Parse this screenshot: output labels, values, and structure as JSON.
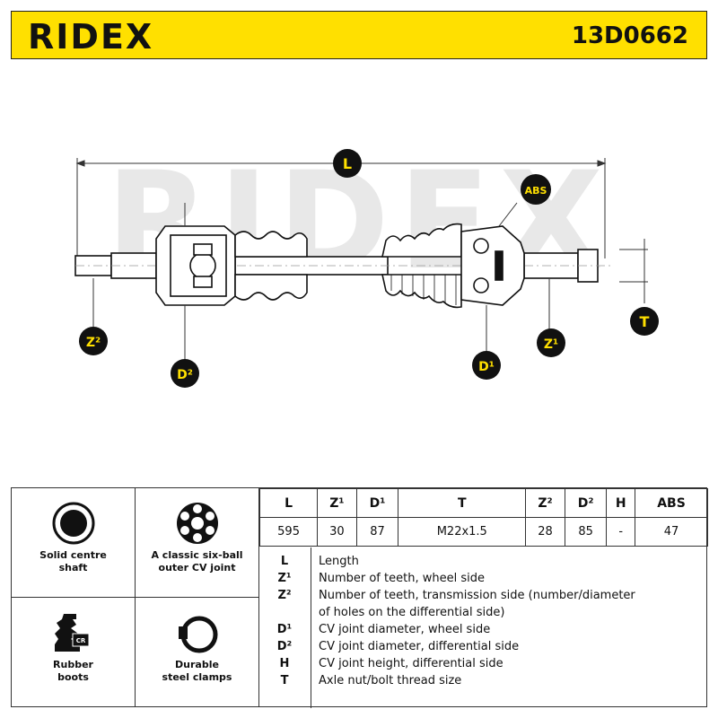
{
  "header": {
    "brand": "RIDEX",
    "part_number": "13D0662"
  },
  "drawing": {
    "watermark": "RIDEX",
    "labels": {
      "L": "L",
      "ABS": "ABS",
      "T": "T",
      "Z1": "Z¹",
      "Z2": "Z²",
      "D1": "D¹",
      "D2": "D²"
    }
  },
  "features": [
    {
      "icon": "solid-shaft-icon",
      "label_line1": "Solid centre",
      "label_line2": "shaft"
    },
    {
      "icon": "six-ball-cv-joint-icon",
      "label_line1": "A classic six-ball",
      "label_line2": "outer CV joint"
    },
    {
      "icon": "rubber-boot-icon",
      "label_line1": "Rubber",
      "label_line2": "boots"
    },
    {
      "icon": "steel-clamp-icon",
      "label_line1": "Durable",
      "label_line2": "steel clamps"
    }
  ],
  "spec_table": {
    "headers": [
      "L",
      "Z¹",
      "D¹",
      "T",
      "Z²",
      "D²",
      "H",
      "ABS"
    ],
    "values": [
      "595",
      "30",
      "87",
      "M22x1.5",
      "28",
      "85",
      "-",
      "47"
    ]
  },
  "legend": [
    {
      "key": "L",
      "text": "Length"
    },
    {
      "key": "Z¹",
      "text": "Number of teeth, wheel side"
    },
    {
      "key": "Z²",
      "text": "Number of teeth, transmission side (number/diameter"
    },
    {
      "key": "",
      "text": "of holes on the differential side)"
    },
    {
      "key": "D¹",
      "text": "CV joint diameter, wheel side"
    },
    {
      "key": "D²",
      "text": "CV joint diameter, differential side"
    },
    {
      "key": "H",
      "text": "CV joint height, differential side"
    },
    {
      "key": "T",
      "text": "Axle nut/bolt thread size"
    }
  ],
  "colors": {
    "brand_yellow": "#ffe000",
    "label_badge": "#111111",
    "badge_text": "#ffe000"
  }
}
